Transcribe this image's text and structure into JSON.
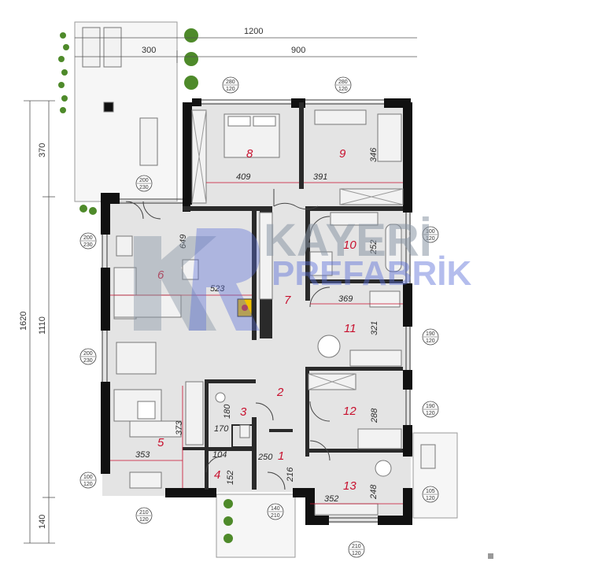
{
  "overall_dims": {
    "top_total": "1200",
    "top_left": "300",
    "top_right": "900",
    "left_total": "1620",
    "left_upper": "370",
    "left_middle": "1110",
    "left_lower": "140"
  },
  "rooms": [
    {
      "id": "8",
      "num": "8",
      "width": "409",
      "depth": ""
    },
    {
      "id": "9",
      "num": "9",
      "width": "391",
      "depth": "346"
    },
    {
      "id": "10",
      "num": "10",
      "width": "",
      "depth": "252"
    },
    {
      "id": "6",
      "num": "6",
      "width": "523",
      "depth": "649"
    },
    {
      "id": "7",
      "num": "7",
      "width": "",
      "depth": ""
    },
    {
      "id": "11",
      "num": "11",
      "width": "369",
      "depth": "321"
    },
    {
      "id": "2",
      "num": "2",
      "width": "",
      "depth": ""
    },
    {
      "id": "3",
      "num": "3",
      "width": "170",
      "depth": "180"
    },
    {
      "id": "12",
      "num": "12",
      "width": "",
      "depth": "288"
    },
    {
      "id": "5",
      "num": "5",
      "width": "353",
      "depth": "373"
    },
    {
      "id": "4",
      "num": "4",
      "width": "104",
      "depth": "152"
    },
    {
      "id": "1",
      "num": "1",
      "width": "250",
      "depth": "216"
    },
    {
      "id": "13",
      "num": "13",
      "width": "352",
      "depth": "248"
    }
  ],
  "windows": [
    {
      "id": "w8",
      "top": "280",
      "bottom": "120"
    },
    {
      "id": "w9",
      "top": "280",
      "bottom": "120"
    },
    {
      "id": "w-terrace",
      "top": "200",
      "bottom": "230"
    },
    {
      "id": "w6",
      "top": "200",
      "bottom": "230"
    },
    {
      "id": "w-dining",
      "top": "200",
      "bottom": "230"
    },
    {
      "id": "w10",
      "top": "100",
      "bottom": "120"
    },
    {
      "id": "w11",
      "top": "190",
      "bottom": "120"
    },
    {
      "id": "w12",
      "top": "190",
      "bottom": "120"
    },
    {
      "id": "w5",
      "top": "100",
      "bottom": "120"
    },
    {
      "id": "w13s",
      "top": "105",
      "bottom": "120"
    },
    {
      "id": "w5b",
      "top": "210",
      "bottom": "120"
    },
    {
      "id": "w1",
      "top": "140",
      "bottom": "210"
    },
    {
      "id": "w13b",
      "top": "210",
      "bottom": "120"
    }
  ],
  "colors": {
    "wall": "#111111",
    "floor": "#e4e4e4",
    "terrace": "#f6f6f6",
    "room_number": "#c8102e",
    "fireplace": "#f2c200",
    "plants": "#4e8a2a"
  }
}
